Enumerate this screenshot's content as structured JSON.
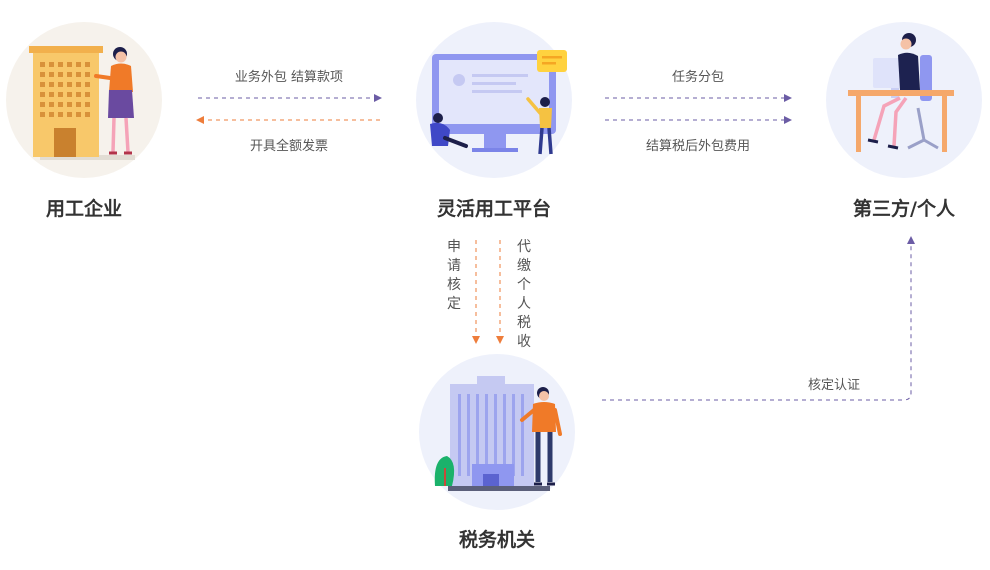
{
  "nodes": {
    "enterprise": {
      "title": "用工企业"
    },
    "platform": {
      "title": "灵活用工平台"
    },
    "individual": {
      "title": "第三方/个人"
    },
    "tax_bureau": {
      "title": "税务机关"
    }
  },
  "edges": {
    "enterprise_to_platform": {
      "label": "业务外包 结算款项"
    },
    "platform_to_enterprise": {
      "label": "开具全额发票"
    },
    "platform_to_individual_task": {
      "label": "任务分包"
    },
    "platform_to_individual_pay": {
      "label": "结算税后外包费用"
    },
    "platform_to_tax_apply": {
      "label": "申请核定"
    },
    "platform_to_tax_pay": {
      "label": "代缴个人税收"
    },
    "tax_to_individual": {
      "label": "核定认证"
    }
  },
  "colors": {
    "purple_arrow": "#6b5ca5",
    "orange_arrow": "#ee7d3b",
    "circle_bg": "#eef1fb",
    "circle_bg_warm": "#f6f2ec"
  }
}
